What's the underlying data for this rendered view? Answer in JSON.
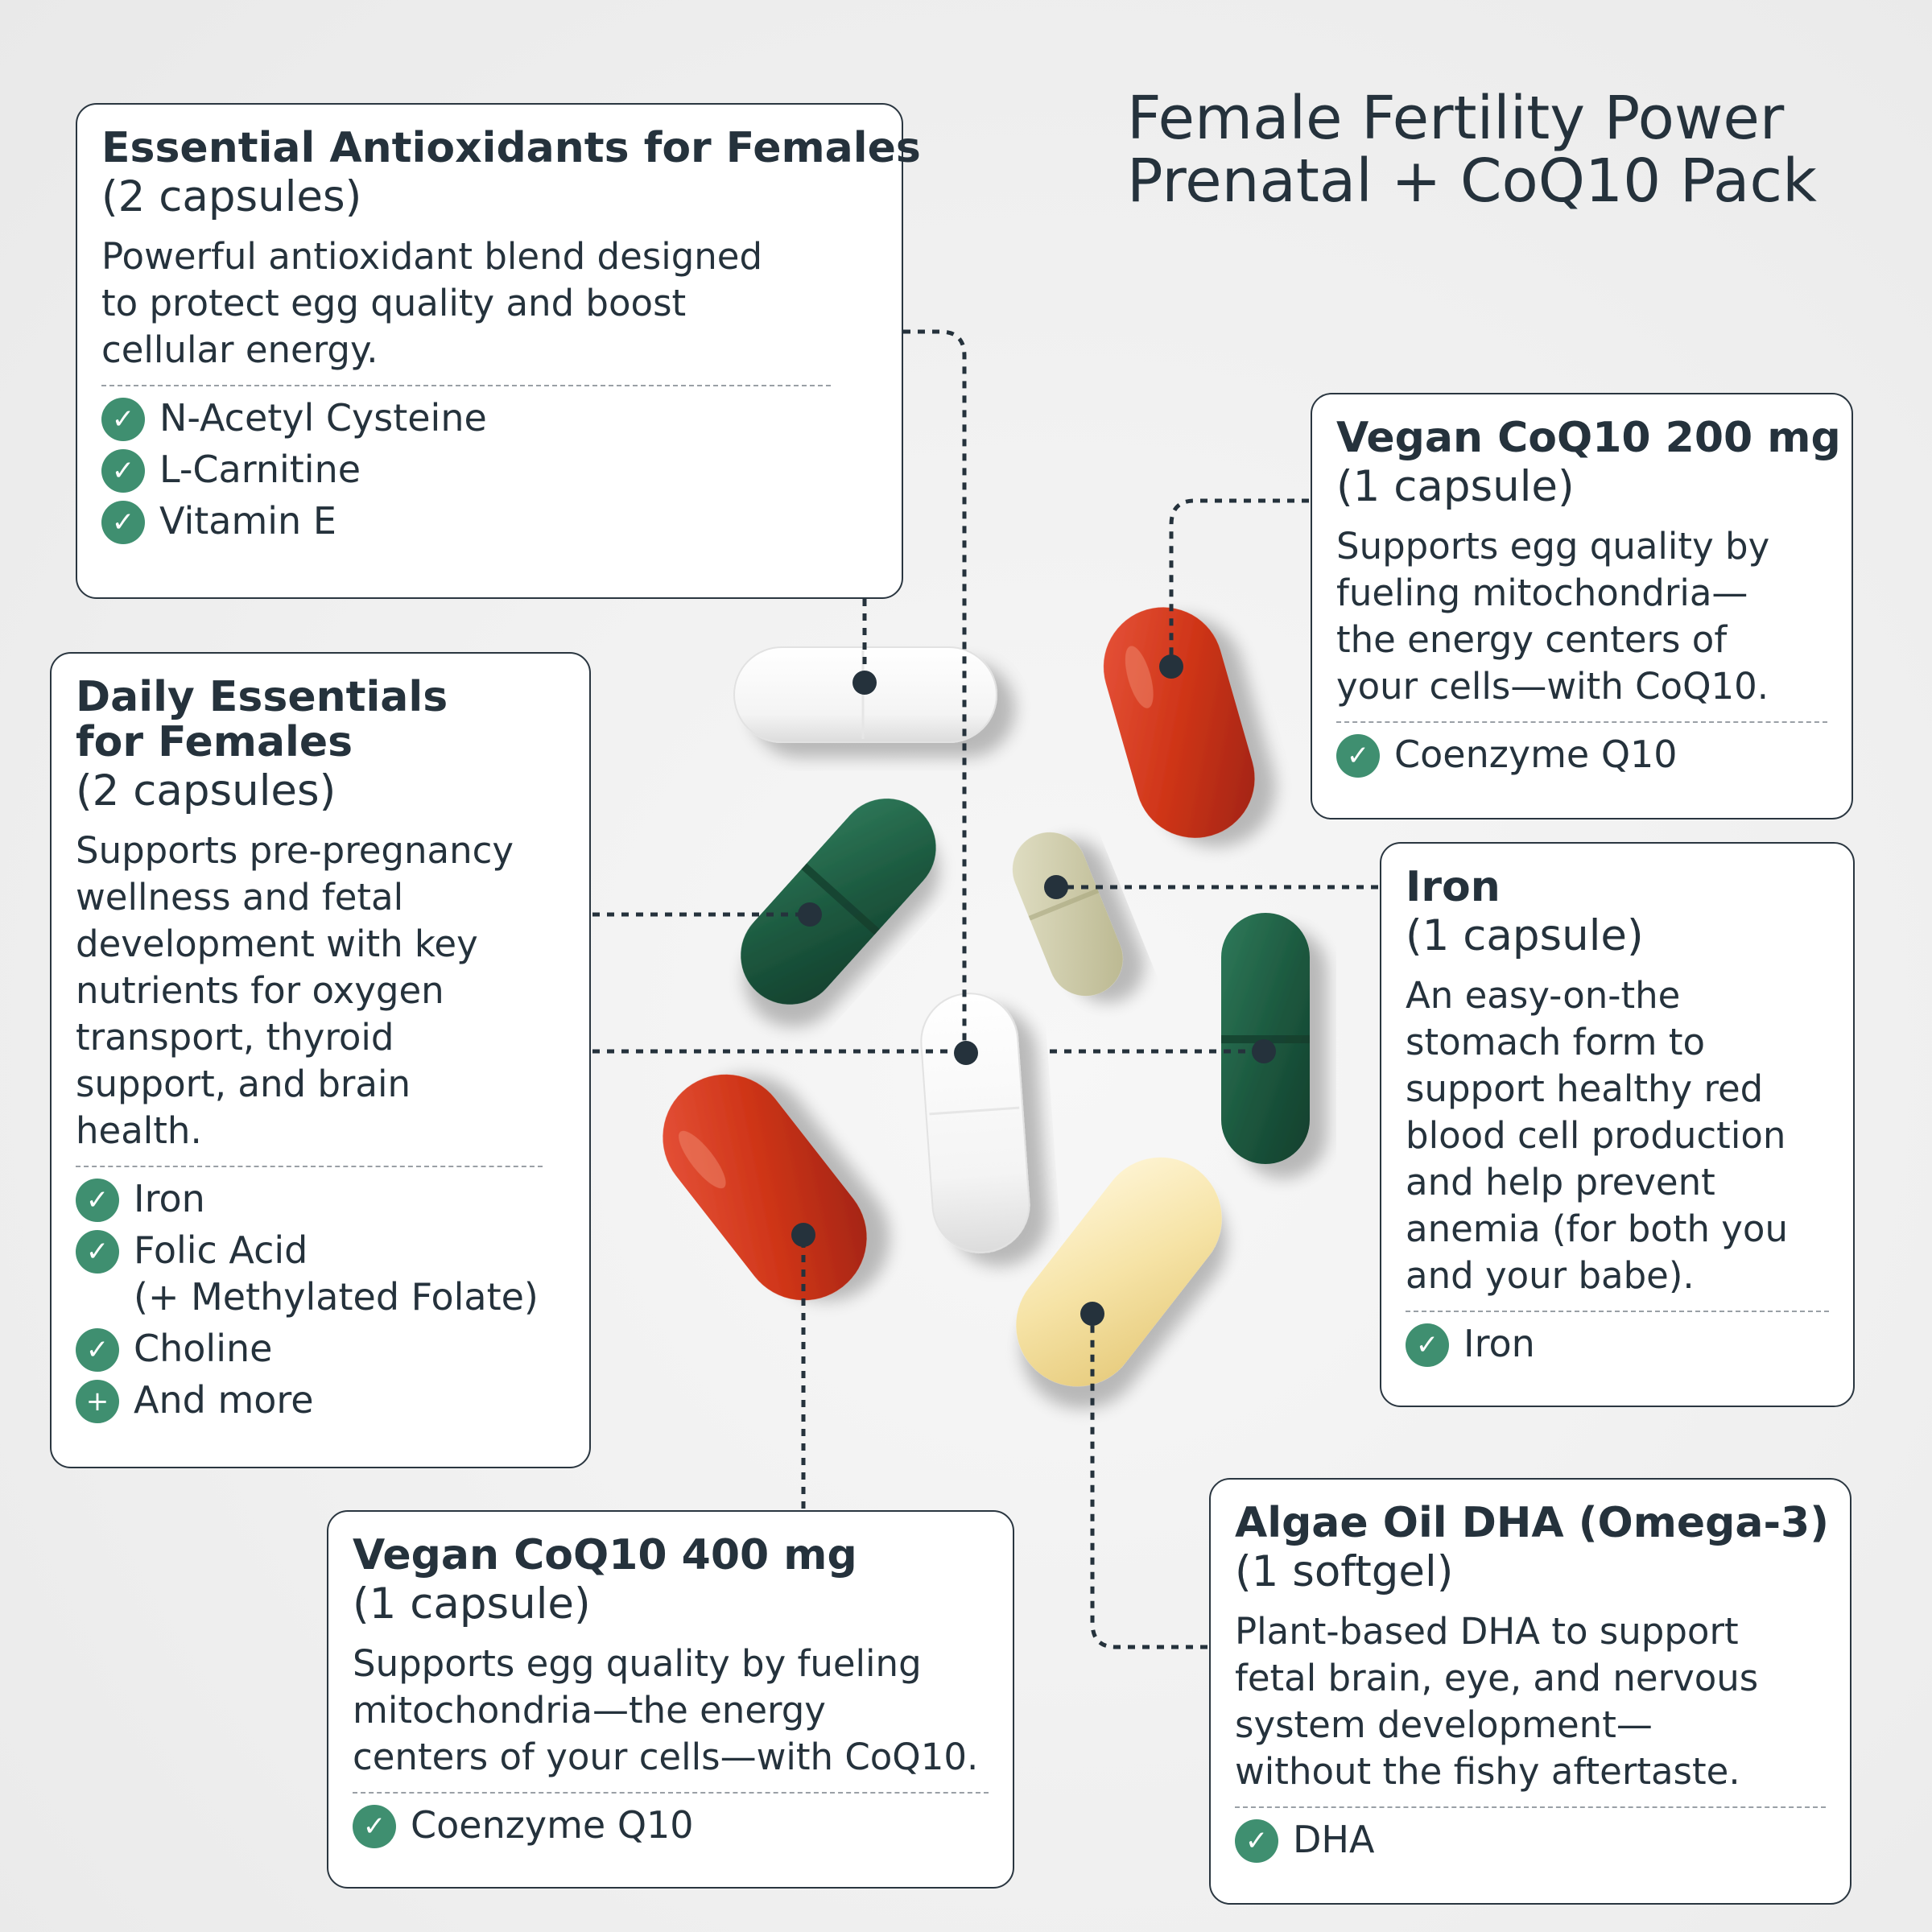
{
  "title": {
    "line1": "Female Fertility Power",
    "line2": "Prenatal + CoQ10 Pack"
  },
  "colors": {
    "text": "#25323c",
    "accent_green": "#3f8f70",
    "border": "#2a3640"
  },
  "cards": {
    "antioxidants": {
      "title": "Essential Antioxidants for Females",
      "sub": "(2 capsules)",
      "desc": [
        "Powerful antioxidant blend designed",
        "to protect egg quality and boost",
        "cellular energy."
      ],
      "ingredients": [
        {
          "icon": "check-icon",
          "text": "N-Acetyl Cysteine"
        },
        {
          "icon": "check-icon",
          "text": "L-Carnitine"
        },
        {
          "icon": "check-icon",
          "text": "Vitamin E"
        }
      ]
    },
    "daily": {
      "title": [
        "Daily Essentials",
        "for Females"
      ],
      "sub": "(2 capsules)",
      "desc": [
        "Supports pre-pregnancy",
        "wellness and fetal",
        "development with key",
        "nutrients for oxygen",
        "transport, thyroid",
        "support, and brain",
        "health."
      ],
      "ingredients": [
        {
          "icon": "check-icon",
          "text": "Iron"
        },
        {
          "icon": "check-icon",
          "text": "Folic Acid",
          "text2": "(+ Methylated Folate)"
        },
        {
          "icon": "check-icon",
          "text": "Choline"
        },
        {
          "icon": "plus-icon",
          "text": "And more"
        }
      ]
    },
    "coq10_200": {
      "title": "Vegan CoQ10 200 mg",
      "sub": "(1 capsule)",
      "desc": [
        "Supports egg quality by",
        "fueling mitochondria—",
        "the energy centers of",
        "your cells—with CoQ10."
      ],
      "ingredients": [
        {
          "icon": "check-icon",
          "text": "Coenzyme Q10"
        }
      ]
    },
    "iron": {
      "title": "Iron",
      "sub": "(1 capsule)",
      "desc": [
        "An easy-on-the",
        "stomach form to",
        "support healthy red",
        "blood cell production",
        "and help prevent",
        "anemia (for both you",
        "and your babe)."
      ],
      "ingredients": [
        {
          "icon": "check-icon",
          "text": "Iron"
        }
      ]
    },
    "coq10_400": {
      "title": "Vegan CoQ10 400 mg",
      "sub": "(1 capsule)",
      "desc": [
        "Supports egg quality by fueling",
        "mitochondria—the energy",
        "centers of your cells—with CoQ10."
      ],
      "ingredients": [
        {
          "icon": "check-icon",
          "text": "Coenzyme Q10"
        }
      ]
    },
    "dha": {
      "title": "Algae Oil DHA (Omega-3)",
      "sub": "(1 softgel)",
      "desc": [
        "Plant-based DHA to support",
        "fetal brain, eye, and nervous",
        "system development—",
        "without the fishy aftertaste."
      ],
      "ingredients": [
        {
          "icon": "check-icon",
          "text": "DHA"
        }
      ]
    }
  },
  "pills": [
    {
      "name": "white-capsule-top",
      "color": "white"
    },
    {
      "name": "red-softgel-top-right",
      "color": "red"
    },
    {
      "name": "green-capsule-left",
      "color": "green"
    },
    {
      "name": "beige-capsule-center",
      "color": "beige"
    },
    {
      "name": "white-capsule-center",
      "color": "white"
    },
    {
      "name": "green-capsule-right",
      "color": "green"
    },
    {
      "name": "red-softgel-bottom-left",
      "color": "red"
    },
    {
      "name": "yellow-softgel-bottom",
      "color": "yellow"
    }
  ]
}
